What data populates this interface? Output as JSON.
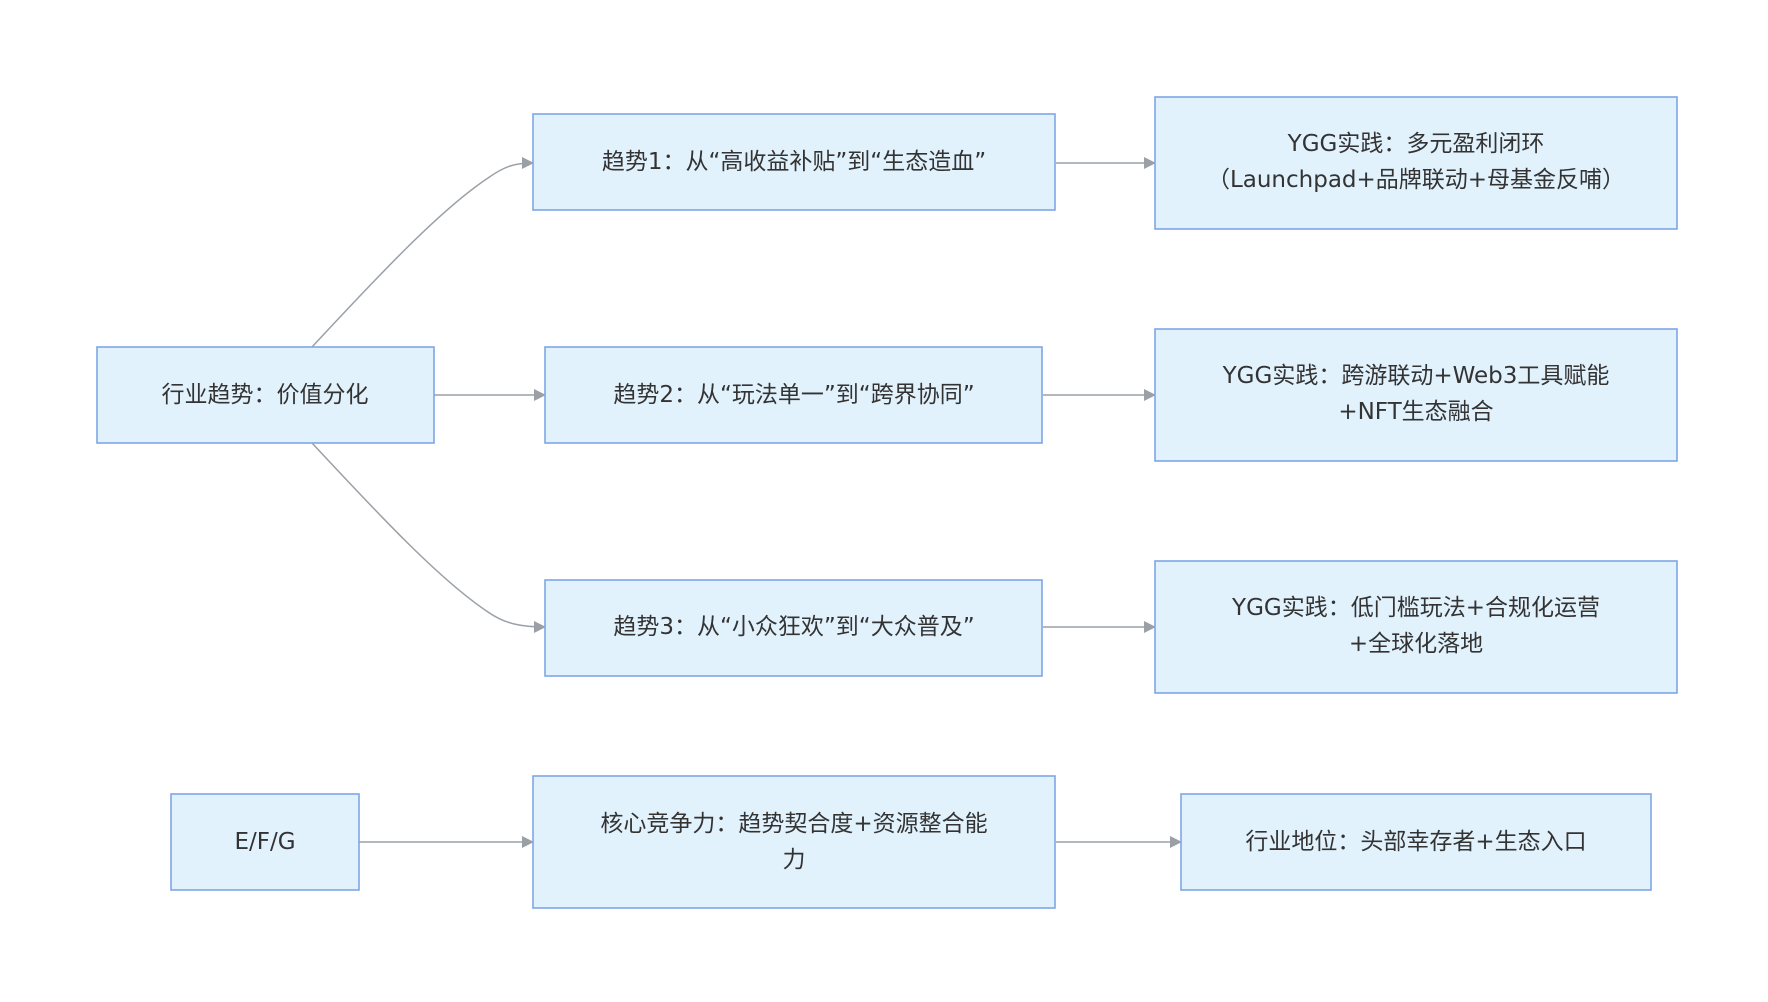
{
  "colors": {
    "node_fill": "#e2f2fd",
    "node_border": "#7fa6e8",
    "edge": "#9aa0a6",
    "text": "#333333",
    "background": "#ffffff"
  },
  "nodes": {
    "industry_trend": {
      "text": "行业趋势：价值分化"
    },
    "trend1": {
      "text": "趋势1：从“高收益补贴”到“生态造血”"
    },
    "trend2": {
      "text": "趋势2：从“玩法单一”到“跨界协同”"
    },
    "trend3": {
      "text": "趋势3：从“小众狂欢”到“大众普及”"
    },
    "ygg1": {
      "line1": "YGG实践：多元盈利闭环",
      "line2": "（Launchpad+品牌联动+母基金反哺）"
    },
    "ygg2": {
      "line1": "YGG实践：跨游联动+Web3工具赋能",
      "line2": "+NFT生态融合"
    },
    "ygg3": {
      "line1": "YGG实践：低门槛玩法+合规化运营",
      "line2": "+全球化落地"
    },
    "efg": {
      "text": "E/F/G"
    },
    "core": {
      "line1": "核心竞争力：趋势契合度+资源整合能",
      "line2": "力"
    },
    "position": {
      "text": "行业地位：头部幸存者+生态入口"
    }
  },
  "edges": [
    {
      "from": "industry_trend",
      "to": "trend1"
    },
    {
      "from": "industry_trend",
      "to": "trend2"
    },
    {
      "from": "industry_trend",
      "to": "trend3"
    },
    {
      "from": "trend1",
      "to": "ygg1"
    },
    {
      "from": "trend2",
      "to": "ygg2"
    },
    {
      "from": "trend3",
      "to": "ygg3"
    },
    {
      "from": "efg",
      "to": "core"
    },
    {
      "from": "core",
      "to": "position"
    }
  ]
}
